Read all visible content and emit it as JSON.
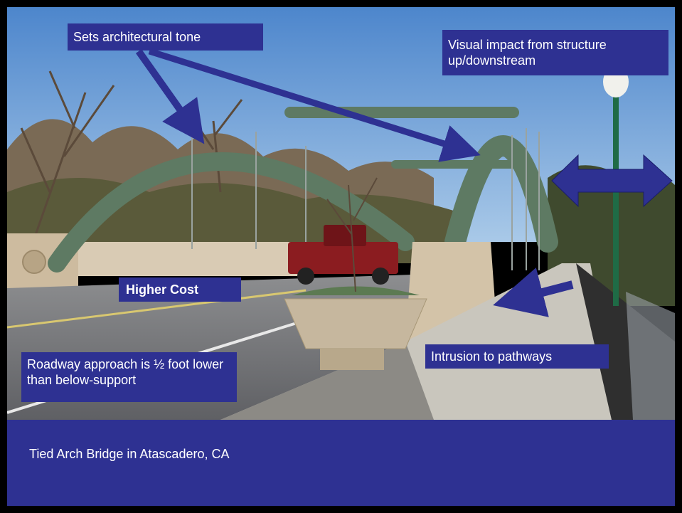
{
  "slide": {
    "caption": "Tied Arch Bridge in Atascadero, CA",
    "callouts": {
      "architectural_tone": "Sets architectural tone",
      "visual_impact": "Visual impact from structure up/downstream",
      "higher_cost": "Higher Cost",
      "roadway_approach": "Roadway approach is ½ foot lower than below-support",
      "intrusion": "Intrusion to pathways"
    }
  },
  "colors": {
    "callout_bg": "#2e3192",
    "arrow": "#2e3192",
    "arch": "#5e7a63",
    "sky": "#6fa3d8"
  },
  "icons": [
    "arrow-icon",
    "double-arrow-icon"
  ]
}
